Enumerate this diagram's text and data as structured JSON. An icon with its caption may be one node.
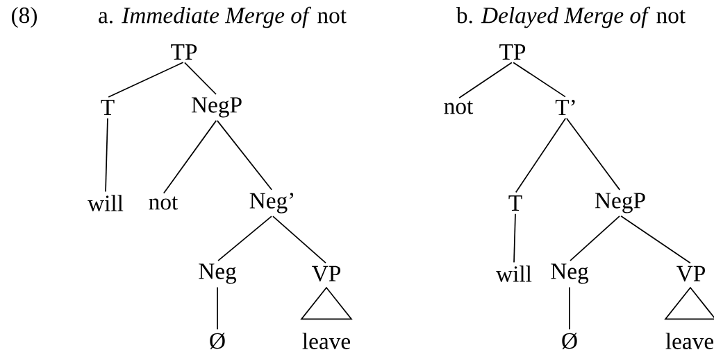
{
  "diagram": {
    "nodes": [
      {
        "text": [
          "TP"
        ]
      },
      {
        "text": [
          "T"
        ]
      },
      {
        "text": [
          "NegP"
        ]
      },
      {
        "text": [
          "will"
        ]
      },
      {
        "text": [
          "not"
        ]
      },
      {
        "text": [
          "Neg’"
        ]
      },
      {
        "text": [
          "Neg"
        ]
      },
      {
        "text": [
          "VP"
        ]
      },
      {
        "text": [
          "Ø"
        ]
      },
      {
        "text": [
          "leave"
        ]
      },
      {
        "text": [
          "TP"
        ]
      },
      {
        "text": [
          "not"
        ]
      },
      {
        "text": [
          "T’"
        ]
      },
      {
        "text": [
          "T"
        ]
      },
      {
        "text": [
          "NegP"
        ]
      },
      {
        "text": [
          "will"
        ]
      },
      {
        "text": [
          "Neg"
        ]
      },
      {
        "text": [
          "VP"
        ]
      },
      {
        "text": [
          "Ø"
        ]
      },
      {
        "text": [
          "leave"
        ]
      },
      {
        "text": [],
        "shape": "triangle"
      },
      {
        "text": [],
        "shape": "triangle"
      }
    ],
    "edges": [
      {
        "from": 0,
        "to": 1,
        "arrow": "none"
      },
      {
        "from": 0,
        "to": 2,
        "arrow": "none"
      },
      {
        "from": 1,
        "to": 3,
        "arrow": "none"
      },
      {
        "from": 2,
        "to": 4,
        "arrow": "none"
      },
      {
        "from": 2,
        "to": 5,
        "arrow": "none"
      },
      {
        "from": 5,
        "to": 6,
        "arrow": "none"
      },
      {
        "from": 5,
        "to": 7,
        "arrow": "none"
      },
      {
        "from": 6,
        "to": 8,
        "arrow": "none"
      },
      {
        "from": 10,
        "to": 11,
        "arrow": "none"
      },
      {
        "from": 10,
        "to": 12,
        "arrow": "none"
      },
      {
        "from": 12,
        "to": 13,
        "arrow": "none"
      },
      {
        "from": 12,
        "to": 14,
        "arrow": "none"
      },
      {
        "from": 13,
        "to": 15,
        "arrow": "none"
      },
      {
        "from": 14,
        "to": 16,
        "arrow": "none"
      },
      {
        "from": 14,
        "to": 17,
        "arrow": "none"
      },
      {
        "from": 16,
        "to": 18,
        "arrow": "none"
      }
    ],
    "labels": [
      "(8)",
      "a. *Immediate Merge of* not",
      "b. *Delayed Merge of* not"
    ]
  }
}
